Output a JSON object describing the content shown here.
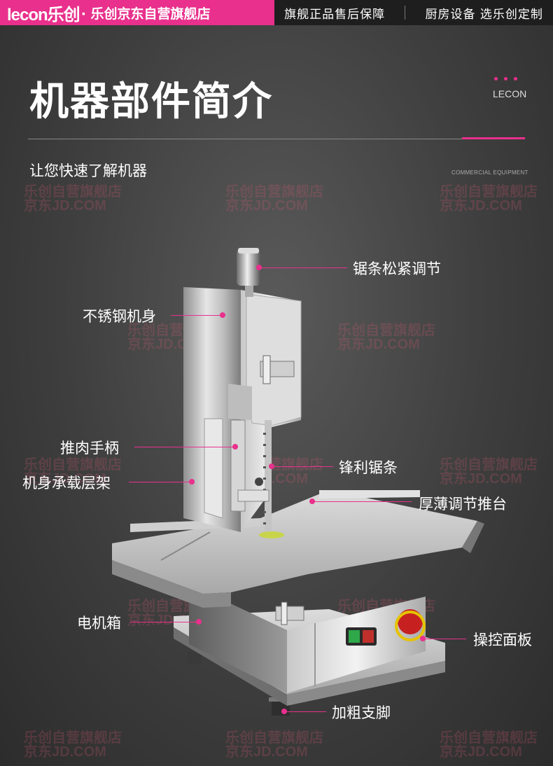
{
  "header": {
    "brand_logo": "lecon乐创",
    "brand_suffix": "· 乐创京东自营旗舰店",
    "slogan_1": "旗舰正品售后保障",
    "slogan_2": "厨房设备 选乐创定制"
  },
  "page": {
    "title": "机器部件简介",
    "brand_small": "LECON",
    "subtitle": "让您快速了解机器",
    "tagline": "COMMERCIAL EQUIPMENT"
  },
  "watermark": {
    "line1": "乐创自营旗舰店",
    "line2": "京东JD.COM"
  },
  "parts": {
    "tension_knob": "锯条松紧调节",
    "stainless_body": "不锈钢机身",
    "push_handle": "推肉手柄",
    "sharp_blade": "锋利锯条",
    "body_shelf": "机身承载层架",
    "thickness_table": "厚薄调节推台",
    "motor_box": "电机箱",
    "control_panel": "操控面板",
    "thick_feet": "加粗支脚"
  },
  "colors": {
    "accent": "#e8308c",
    "header_dark": "#1e1e1e"
  }
}
